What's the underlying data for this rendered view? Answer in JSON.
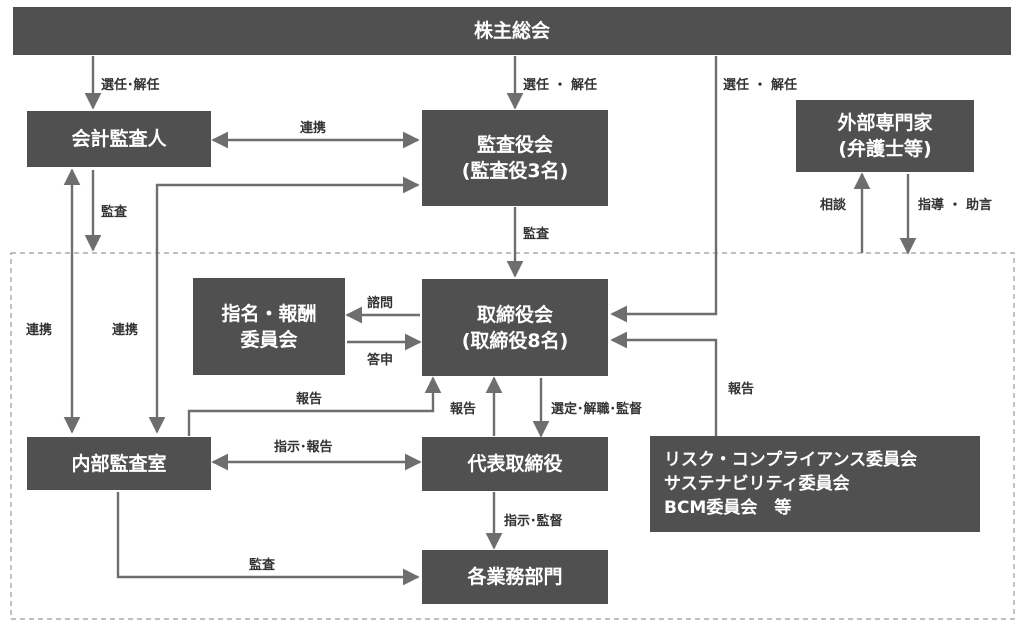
{
  "nodes": {
    "shareholders": "株主総会",
    "accounting_auditor": "会計監査人",
    "audit_board": [
      "監査役会",
      "(監査役3名)"
    ],
    "external_experts": [
      "外部専門家",
      "(弁護士等)"
    ],
    "nomination_committee": [
      "指名・報酬",
      "委員会"
    ],
    "board_of_directors": [
      "取締役会",
      "(取締役8名)"
    ],
    "internal_audit": "内部監査室",
    "representative_director": "代表取締役",
    "committees": [
      "リスク・コンプライアンス委員会",
      "サステナビリティ委員会",
      "BCM委員会　等"
    ],
    "business_departments": "各業務部門"
  },
  "labels": {
    "elect_dismiss_1": "選任･解任",
    "elect_dismiss_2": "選任 ・ 解任",
    "elect_dismiss_3": "選任 ・ 解任",
    "cooperation_top": "連携",
    "audit_1": "監査",
    "audit_2": "監査",
    "consult": "相談",
    "guidance": "指導 ・ 助言",
    "cooperation_left": "連携",
    "cooperation_mid": "連携",
    "inquiry": "諮問",
    "report_answer": "答申",
    "report_1": "報告",
    "report_2": "報告",
    "report_3": "報告",
    "appoint_supervise": "選定･解職･監督",
    "instruct_report": "指示･報告",
    "instruct_supervise": "指示･監督",
    "audit_3": "監査"
  },
  "colors": {
    "box": "#505050",
    "line": "#6e6e6e",
    "dashed": "#9a9a9a",
    "text": "#333333"
  }
}
